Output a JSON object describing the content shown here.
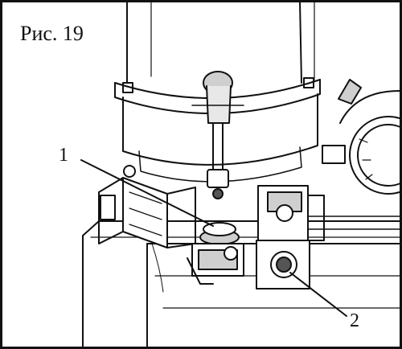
{
  "figure": {
    "caption": "Рис. 19"
  },
  "callouts": [
    {
      "label": "1"
    },
    {
      "label": "2"
    }
  ],
  "colors": {
    "line": "#111111",
    "paper": "#ffffff",
    "shade": "#cfcfcf",
    "dark": "#555555"
  }
}
